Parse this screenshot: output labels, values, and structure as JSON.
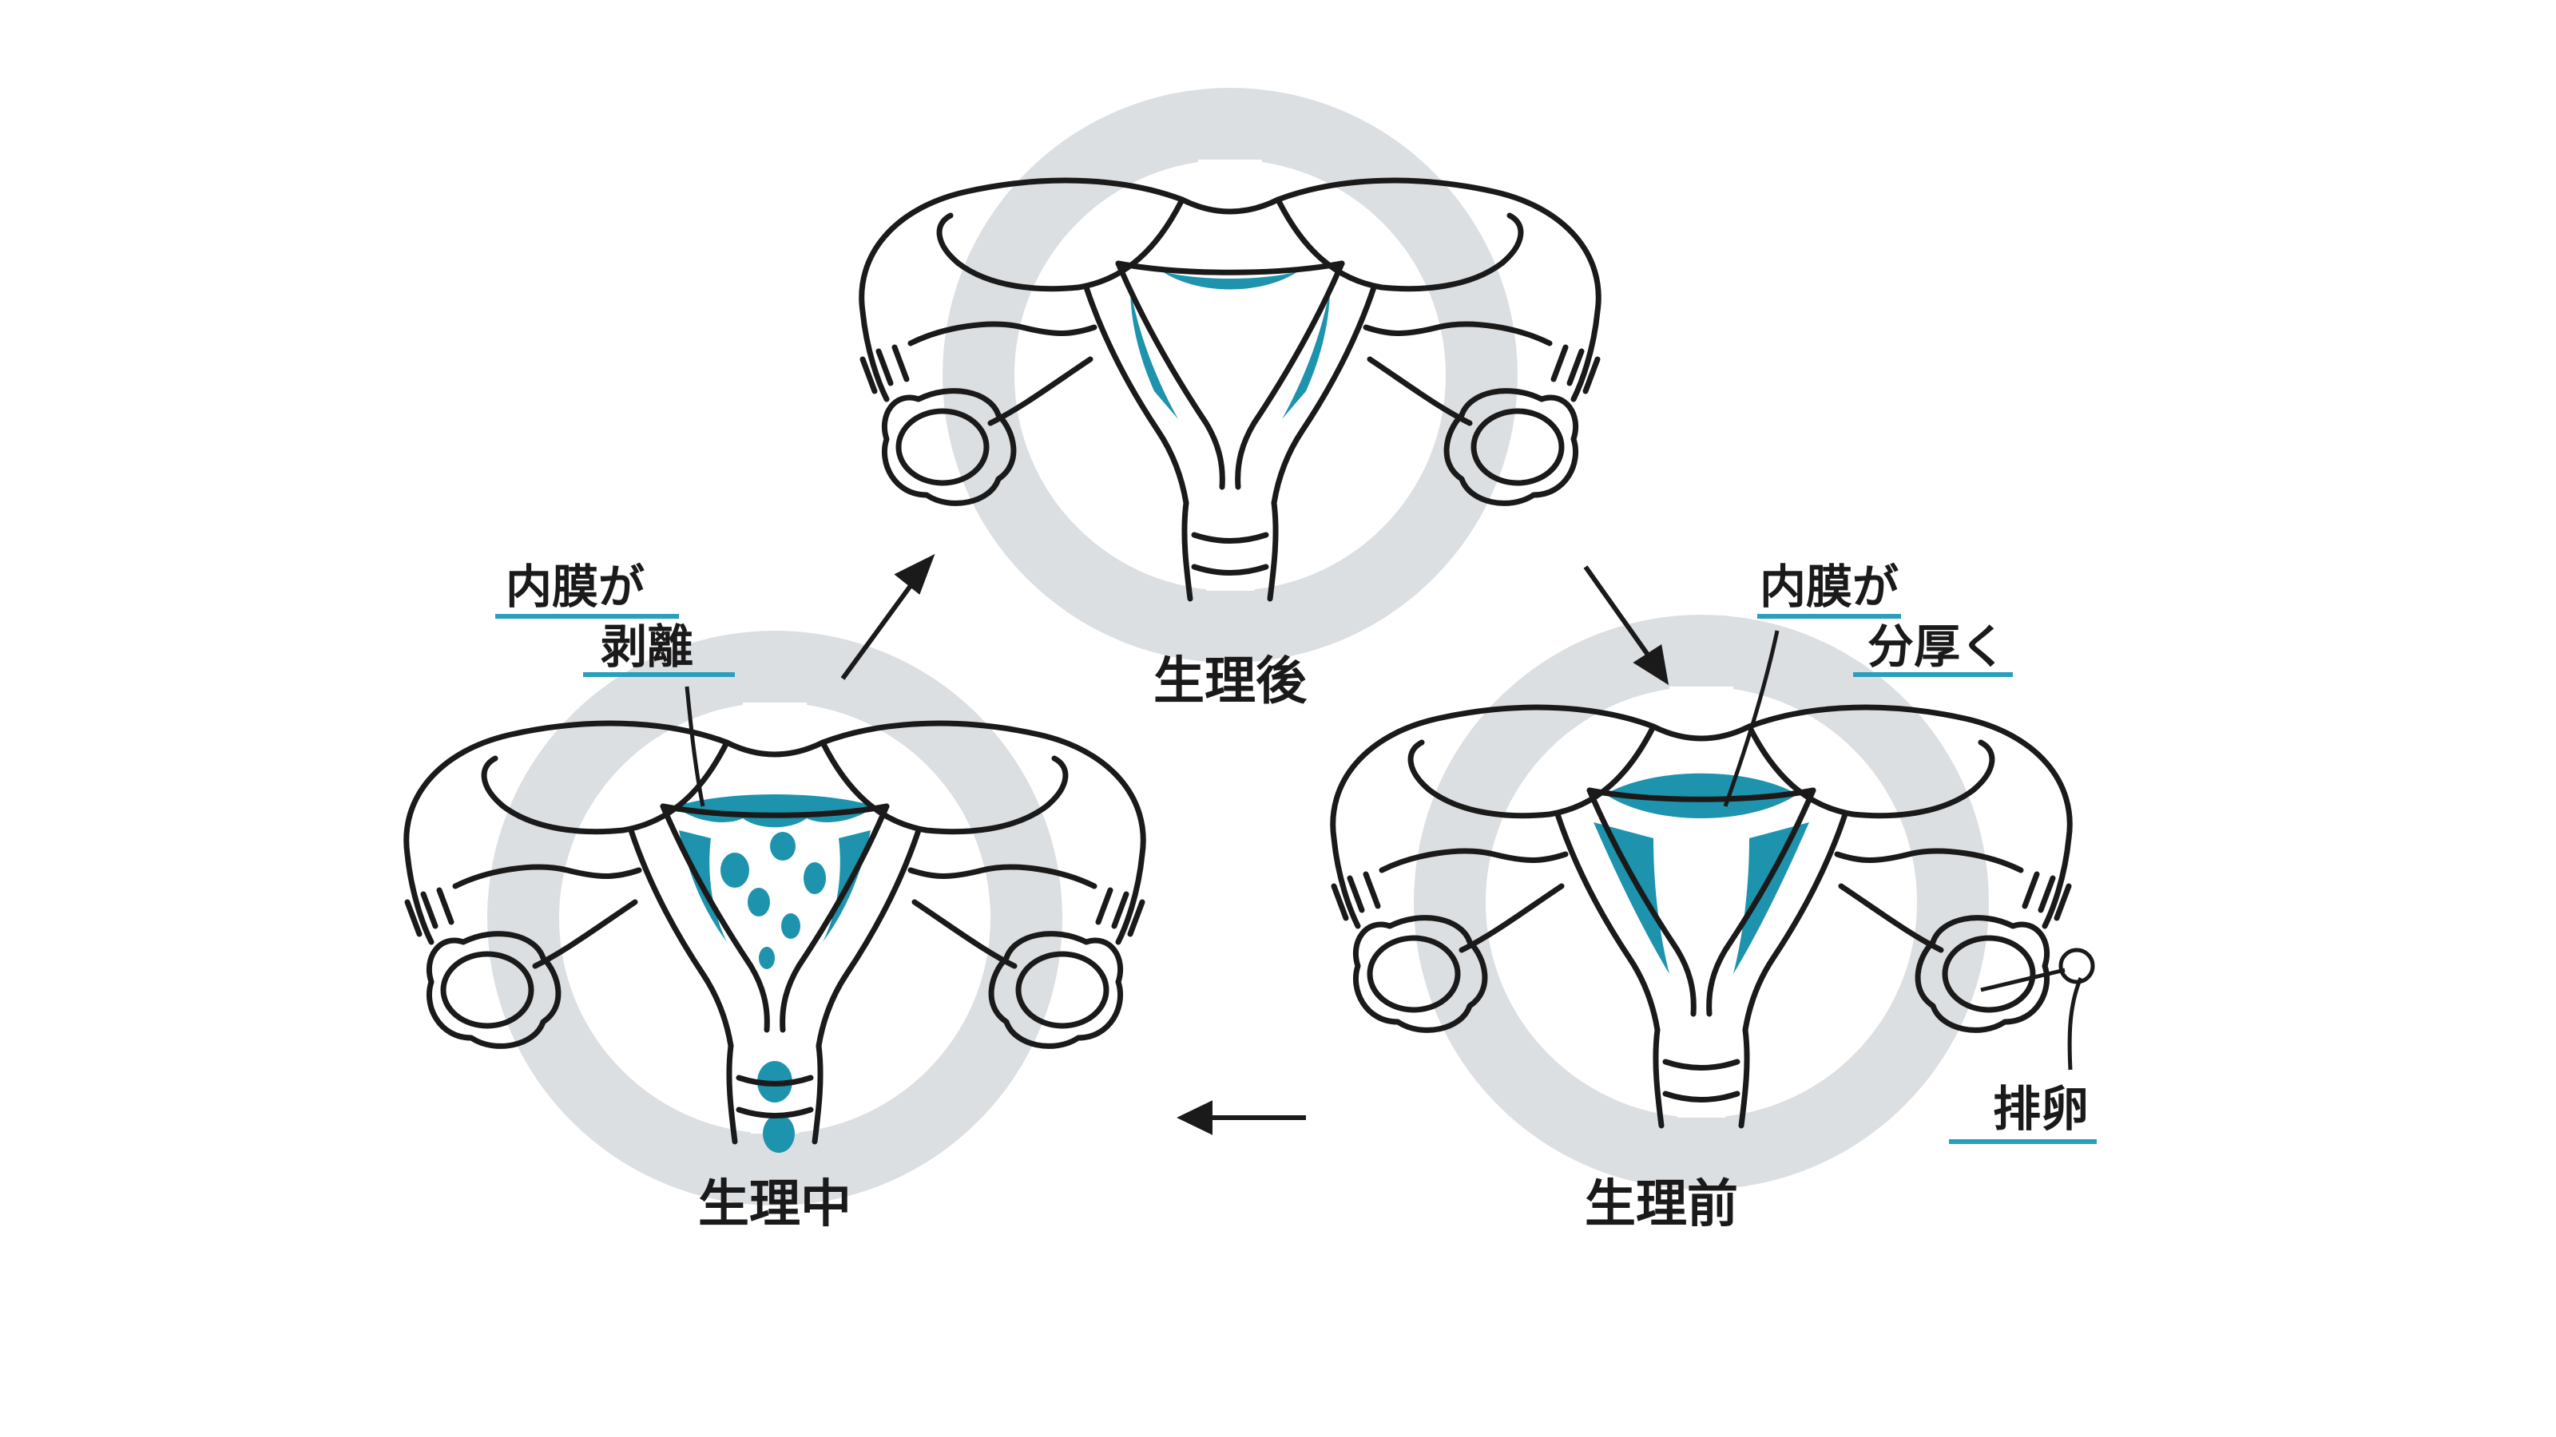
{
  "colors": {
    "ink": "#1a1a1a",
    "endometrium": "#1e93ad",
    "underline": "#2a9fbd",
    "circle": "#dcdfe2"
  },
  "stages": {
    "after": {
      "label": "生理後"
    },
    "before": {
      "label": "生理前"
    },
    "during": {
      "label": "生理中"
    }
  },
  "annotations": {
    "thicken_line1": "内膜が",
    "thicken_line2": "分厚く",
    "shed_line1": "内膜が",
    "shed_line2": "剥離",
    "ovulation": "排卵"
  }
}
